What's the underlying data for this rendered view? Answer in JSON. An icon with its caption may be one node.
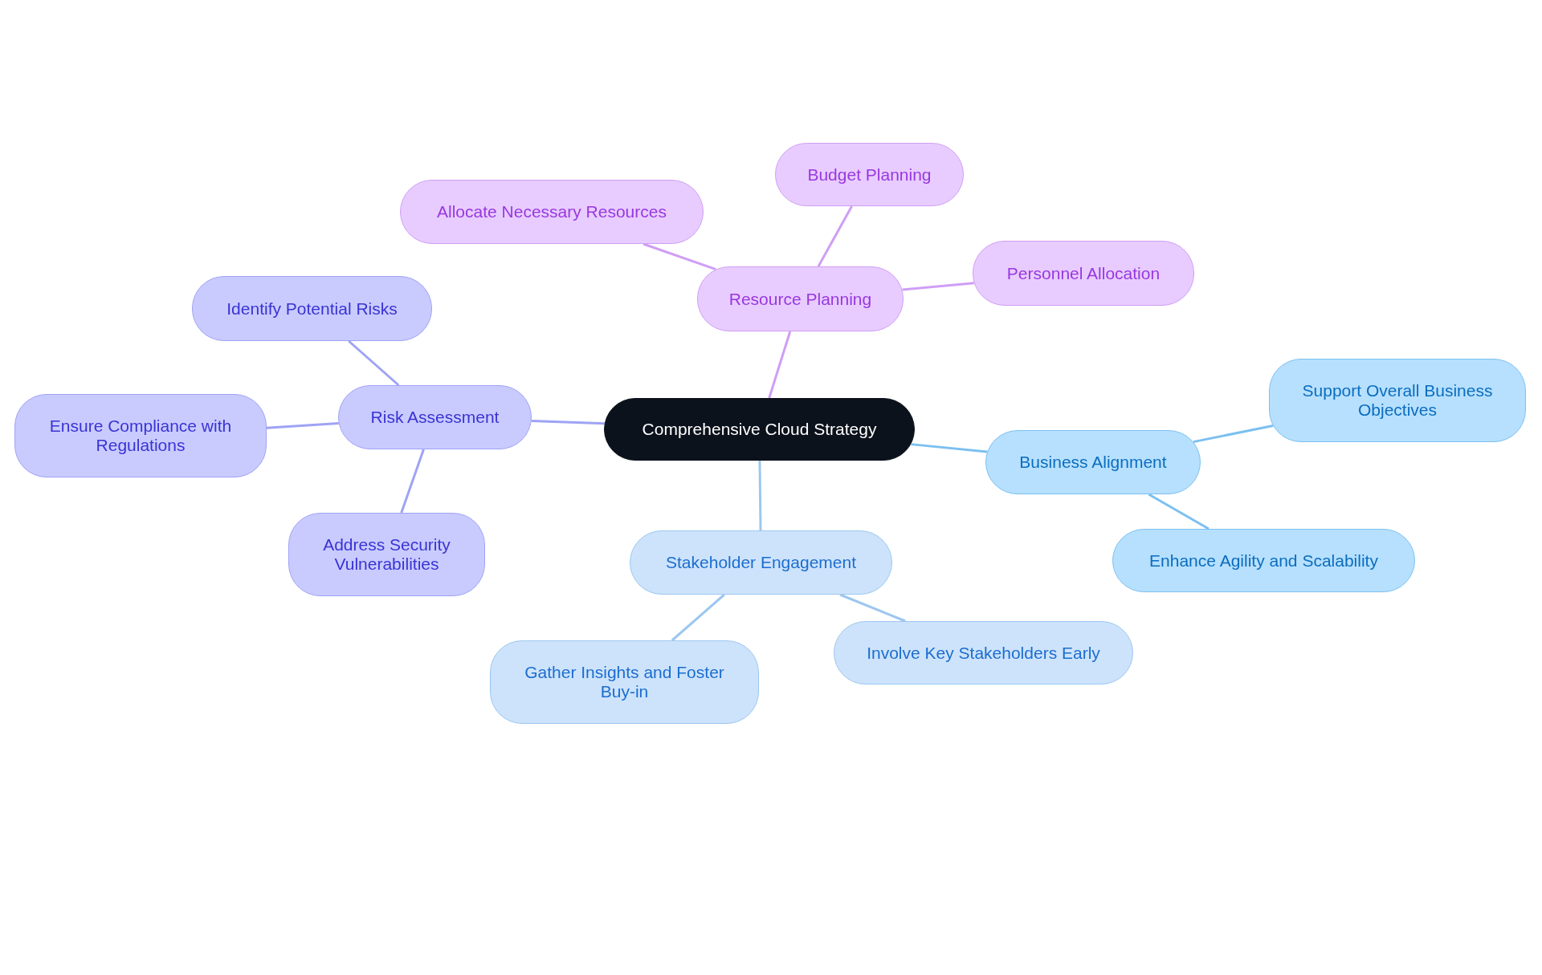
{
  "diagram": {
    "nodes": [
      {
        "text": [
          "Comprehensive Cloud Strategy"
        ]
      },
      {
        "text": [
          "Resource Planning"
        ]
      },
      {
        "text": [
          "Allocate Necessary Resources"
        ]
      },
      {
        "text": [
          "Budget Planning"
        ]
      },
      {
        "text": [
          "Personnel Allocation"
        ]
      },
      {
        "text": [
          "Risk Assessment"
        ]
      },
      {
        "text": [
          "Identify Potential Risks"
        ]
      },
      {
        "text": [
          "Ensure Compliance with Regulations"
        ]
      },
      {
        "text": [
          "Address Security Vulnerabilities"
        ]
      },
      {
        "text": [
          "Business Alignment"
        ]
      },
      {
        "text": [
          "Support Overall Business Objectives"
        ]
      },
      {
        "text": [
          "Enhance Agility and Scalability"
        ]
      },
      {
        "text": [
          "Stakeholder Engagement"
        ]
      },
      {
        "text": [
          "Gather Insights and Foster Buy-in"
        ]
      },
      {
        "text": [
          "Involve Key Stakeholders Early"
        ]
      }
    ],
    "edges": [
      {
        "from": 0,
        "to": 1,
        "arrow": "none",
        "color": "#cf9ef5"
      },
      {
        "from": 1,
        "to": 2,
        "arrow": "none",
        "color": "#cf9ef5"
      },
      {
        "from": 1,
        "to": 3,
        "arrow": "none",
        "color": "#cf9ef5"
      },
      {
        "from": 1,
        "to": 4,
        "arrow": "none",
        "color": "#cf9ef5"
      },
      {
        "from": 0,
        "to": 5,
        "arrow": "none",
        "color": "#9ea3f5"
      },
      {
        "from": 5,
        "to": 6,
        "arrow": "none",
        "color": "#9ea3f5"
      },
      {
        "from": 5,
        "to": 7,
        "arrow": "none",
        "color": "#9ea3f5"
      },
      {
        "from": 5,
        "to": 8,
        "arrow": "none",
        "color": "#9ea3f5"
      },
      {
        "from": 0,
        "to": 9,
        "arrow": "none",
        "color": "#7cc0f0"
      },
      {
        "from": 9,
        "to": 10,
        "arrow": "none",
        "color": "#7cc0f0"
      },
      {
        "from": 9,
        "to": 11,
        "arrow": "none",
        "color": "#7cc0f0"
      },
      {
        "from": 0,
        "to": 12,
        "arrow": "none",
        "color": "#9cc7f0"
      },
      {
        "from": 12,
        "to": 13,
        "arrow": "none",
        "color": "#9cc7f0"
      },
      {
        "from": 12,
        "to": 14,
        "arrow": "none",
        "color": "#9cc7f0"
      }
    ]
  }
}
